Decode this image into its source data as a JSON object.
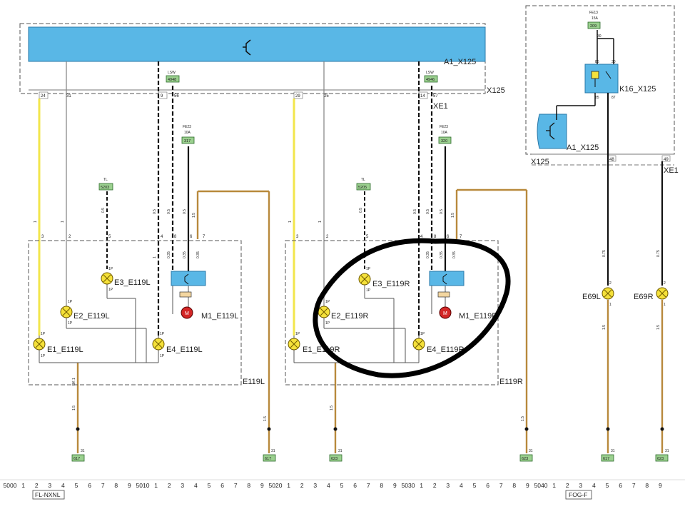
{
  "diagram": {
    "modules": {
      "a1_top": "A1_X125",
      "a1_right": "A1_X125",
      "x125_main": "X125",
      "x125_right": "X125",
      "xe1_left": "XE1",
      "xe1_right": "XE1",
      "k16": "K16_X125"
    },
    "top_pins": {
      "p24": "24",
      "p31": "31",
      "p9": "9",
      "p56": "56",
      "p29": "29",
      "p25": "25",
      "p14": "14",
      "p57": "57",
      "k86": "86",
      "k30": "30",
      "k85": "85",
      "k87": "87",
      "p48": "48",
      "p49": "49",
      "k30b": "30"
    },
    "terminals": {
      "lsw_left": "LSW",
      "lsw_left_num": "4948",
      "lsw_right": "LSW",
      "lsw_right_num": "4946",
      "fe23_left": "FE23",
      "fe23_left_amp": "10A",
      "fe23_left_num": "317",
      "fe23_right": "FE23",
      "fe23_right_amp": "10A",
      "fe23_right_num": "320",
      "fe13": "FE13",
      "fe13_amp": "15A",
      "fe13_num": "209",
      "tl_left": "TL",
      "tl_left_num": "5203",
      "tl_right": "TL",
      "tl_right_num": "5205",
      "g1": "617",
      "g2": "617",
      "g3": "623",
      "g4": "623",
      "g5": "617",
      "g6": "623",
      "g_pin": "31"
    },
    "wire_sizes": {
      "w1": "1",
      "w05": "0.5",
      "w15": "1.5",
      "w035": "0.35",
      "w075": "0.75",
      "bk": "BK 1"
    },
    "lamps": {
      "e1l": "E1_E119L",
      "e2l": "E2_E119L",
      "e3l": "E3_E119L",
      "e4l": "E4_E119L",
      "m1l": "M1_E119L",
      "e1r": "E1_E119R",
      "e2r": "E2_E119R",
      "e3r": "E3_E119R",
      "e4r": "E4_E119R",
      "m1r": "M1_E119R",
      "e69l": "E69L",
      "e69r": "E69R",
      "pin1p": "1P"
    },
    "groups": {
      "left": "E119L",
      "right": "E119R"
    },
    "connector_pins": {
      "c3": "3",
      "c2": "2",
      "c4": "4",
      "c1": "1",
      "c8": "8",
      "c6": "6",
      "c7": "7",
      "c5": "5",
      "c2b": "2",
      "c1b": "1"
    },
    "wire_colors": {
      "yellow": "#f2e64b",
      "tan": "#b8893c",
      "black": "#111111",
      "gray": "#8a8a8a",
      "bus": "#59b7e6",
      "highlight": "#000000",
      "terminal": "#9bd08f",
      "lamp": "#f5e13a",
      "motor": "#d32626",
      "relay": "#59b7e6"
    },
    "scale": {
      "marks": [
        "5000",
        "1",
        "2",
        "3",
        "4",
        "5",
        "6",
        "7",
        "8",
        "9",
        "5010",
        "1",
        "2",
        "3",
        "4",
        "5",
        "6",
        "7",
        "8",
        "9",
        "5020",
        "1",
        "2",
        "3",
        "4",
        "5",
        "6",
        "7",
        "8",
        "9",
        "5030",
        "1",
        "2",
        "3",
        "4",
        "5",
        "6",
        "7",
        "8",
        "9",
        "5040",
        "1",
        "2",
        "3",
        "4",
        "5",
        "6",
        "7",
        "8",
        "9"
      ],
      "section_left": "FL-NXNL",
      "section_right": "FOG-F"
    }
  }
}
